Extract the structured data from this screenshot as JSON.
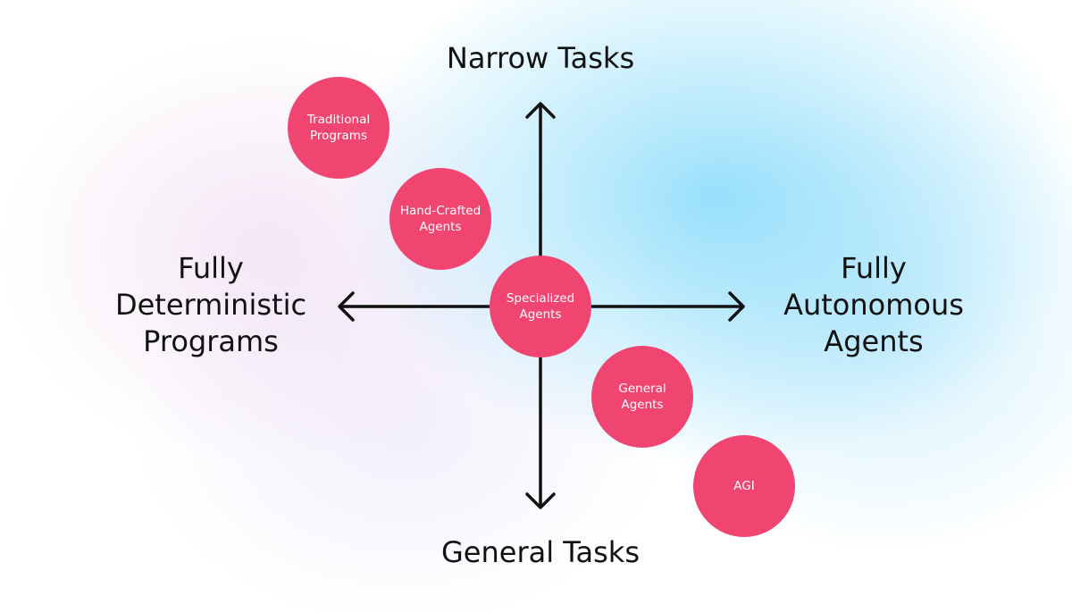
{
  "axes": {
    "top": "Narrow Tasks",
    "bottom": "General Tasks",
    "left": "Fully\nDeterministic\nPrograms",
    "right": "Fully\nAutonomous\nAgents"
  },
  "nodes": [
    {
      "id": "traditional",
      "label": "Traditional\nPrograms"
    },
    {
      "id": "hand-crafted",
      "label": "Hand-Crafted\nAgents"
    },
    {
      "id": "specialized",
      "label": "Specialized\nAgents"
    },
    {
      "id": "general",
      "label": "General\nAgents"
    },
    {
      "id": "agi",
      "label": "AGI"
    }
  ],
  "colors": {
    "node": "#ef4570",
    "axis": "#111111",
    "accent_blue": "#78d6fa"
  }
}
